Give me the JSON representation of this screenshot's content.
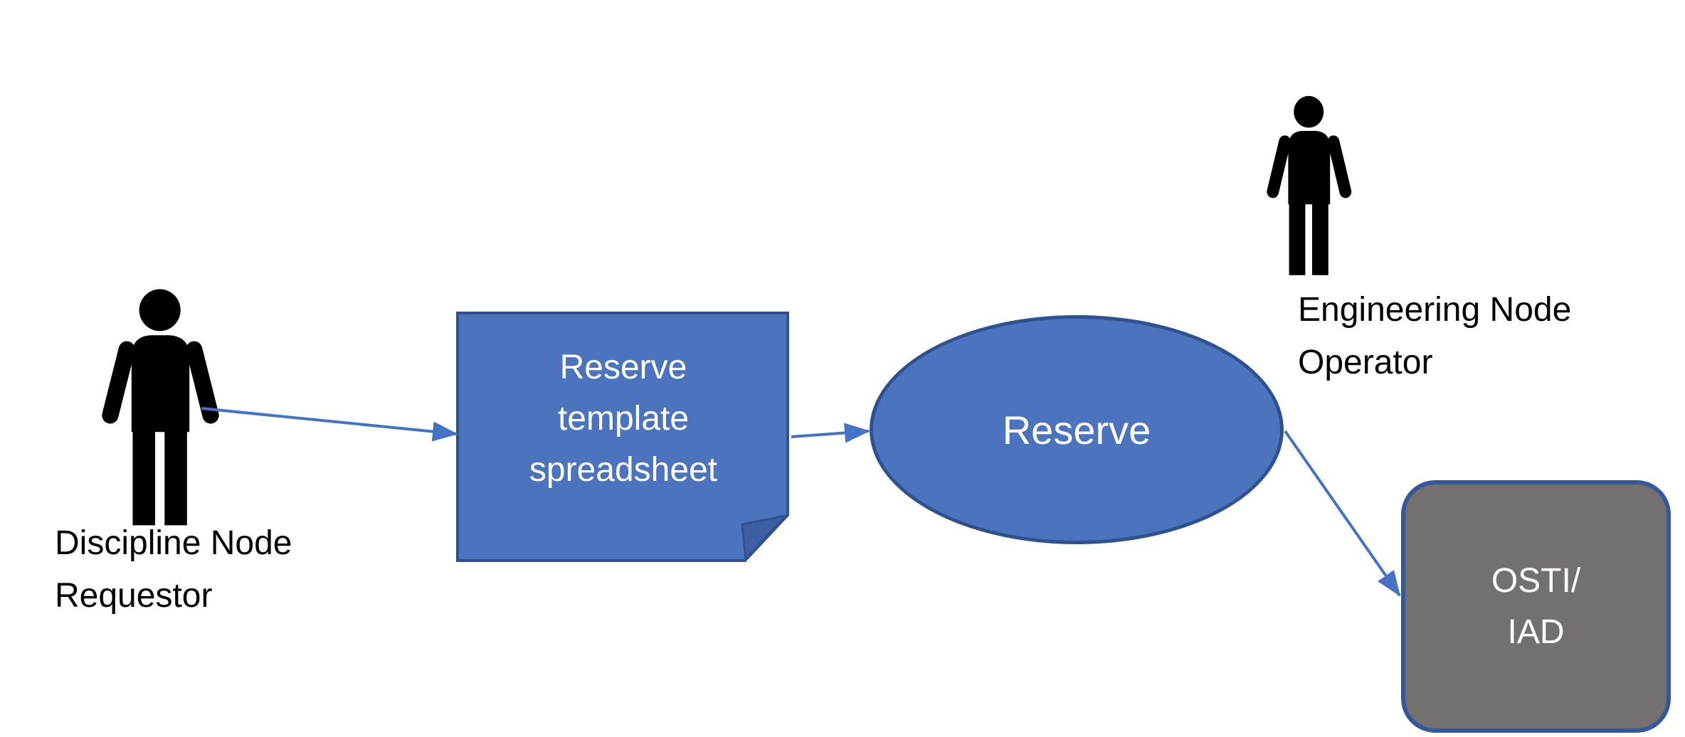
{
  "diagram": {
    "title": "Reserve workflow diagram",
    "background_color": "#FFFFFF",
    "colors": {
      "node_fill": "#4C73BE",
      "node_border": "#2E528F",
      "fold_fill": "#3B5FA0",
      "gray_fill": "#747070",
      "gray_border": "#35589D",
      "arrow": "#4472C4",
      "actor_fill": "#000000",
      "node_text": "#FFFFFF",
      "label_text": "#000000"
    },
    "actors": [
      {
        "id": "discipline-node-requestor",
        "label": "Discipline Node\nRequestor"
      },
      {
        "id": "engineering-node-operator",
        "label": "Engineering Node\nOperator"
      }
    ],
    "nodes": [
      {
        "id": "reserve-template-spreadsheet",
        "type": "folded-document",
        "label": "Reserve\ntemplate\nspreadsheet"
      },
      {
        "id": "reserve-process",
        "type": "ellipse",
        "label": "Reserve"
      },
      {
        "id": "osti-iad",
        "type": "rounded-rect",
        "label": "OSTI/\nIAD"
      }
    ],
    "connections": [
      {
        "from": "discipline-node-requestor",
        "to": "reserve-template-spreadsheet"
      },
      {
        "from": "reserve-template-spreadsheet",
        "to": "reserve-process"
      },
      {
        "from": "reserve-process",
        "to": "osti-iad"
      }
    ]
  }
}
